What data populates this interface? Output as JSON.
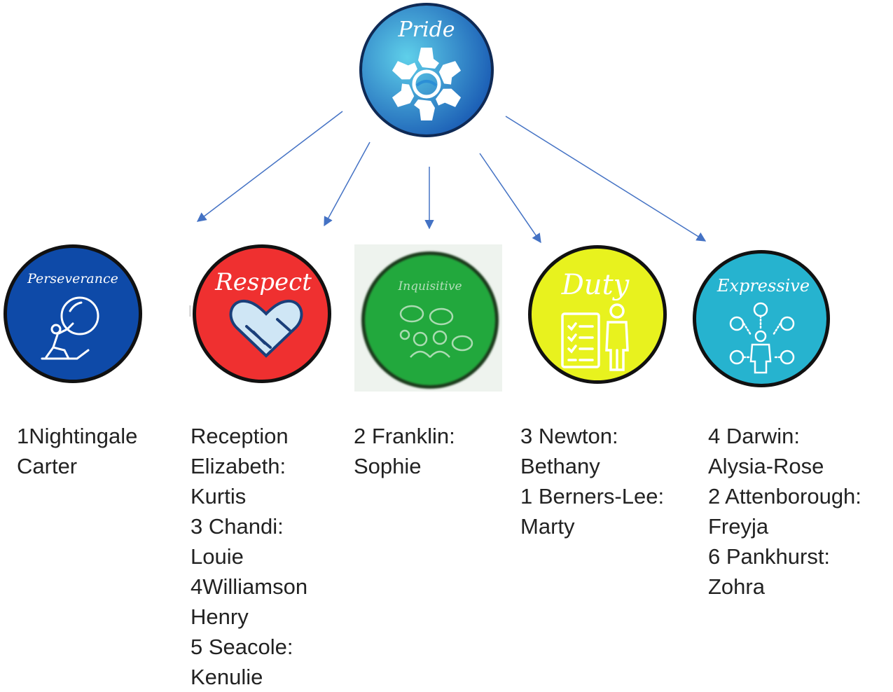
{
  "pride": {
    "label": "Pride",
    "color_light": "#54c4e6",
    "color_dark": "#1a5fb4"
  },
  "values": [
    {
      "key": "perseverance",
      "label": "Perseverance",
      "color": "#0e4aa8",
      "text_color": "#ffffff",
      "icon": "sisyphus-climber-icon",
      "names": [
        "1Nightingale",
        "Carter"
      ]
    },
    {
      "key": "respect",
      "label": "Respect",
      "color": "#ef3030",
      "text_color": "#ffffff",
      "icon": "heart-handshake-icon",
      "names": [
        "Reception",
        "Elizabeth:",
        "Kurtis",
        "3 Chandi:",
        "Louie",
        "4Williamson",
        "Henry",
        "5 Seacole:",
        "Kenulie"
      ]
    },
    {
      "key": "inquisitive",
      "label": "Inquisitive",
      "color": "#22a83c",
      "text_color": "#cde8cf",
      "icon": "thinking-people-icon",
      "names": [
        "2 Franklin:",
        "Sophie"
      ]
    },
    {
      "key": "duty",
      "label": "Duty",
      "color": "#e8f21e",
      "text_color": "#ffffff",
      "icon": "checklist-person-icon",
      "names": [
        "3 Newton:",
        "Bethany",
        "1 Berners-Lee:",
        "Marty"
      ]
    },
    {
      "key": "expressive",
      "label": "Expressive",
      "color": "#26b3cf",
      "text_color": "#ffffff",
      "icon": "person-emotions-icon",
      "names": [
        "4 Darwin:",
        "Alysia-Rose",
        "2 Attenborough:",
        "Freyja",
        "6 Pankhurst:",
        "Zohra"
      ]
    }
  ],
  "arrow_color": "#4472c4"
}
